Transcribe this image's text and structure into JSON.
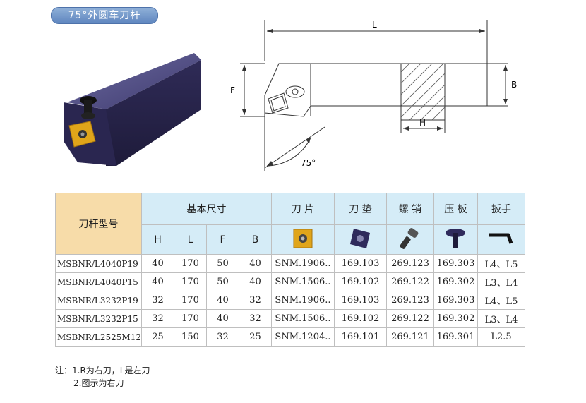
{
  "title": "75°外圆车刀杆",
  "drawing": {
    "dim_L": "L",
    "dim_F": "F",
    "dim_B": "B",
    "dim_H": "H",
    "angle": "75°"
  },
  "table": {
    "model_header": "刀杆型号",
    "basic_header": "基本尺寸",
    "basic_cols": [
      "H",
      "L",
      "F",
      "B"
    ],
    "part_headers": [
      "刀  片",
      "刀  垫",
      "螺  销",
      "压  板",
      "扳手"
    ],
    "part_icons": [
      "insert-icon",
      "shim-icon",
      "screw-pin-icon",
      "clamp-icon",
      "wrench-icon"
    ],
    "rows": [
      {
        "model": "MSBNR/L4040P19",
        "H": "40",
        "L": "170",
        "F": "50",
        "B": "40",
        "insert": "SNM.1906..",
        "shim": "169.103",
        "screw": "269.123",
        "clamp": "169.303",
        "wrench": "L4、L5"
      },
      {
        "model": "MSBNR/L4040P15",
        "H": "40",
        "L": "170",
        "F": "50",
        "B": "40",
        "insert": "SNM.1506..",
        "shim": "169.102",
        "screw": "269.122",
        "clamp": "169.302",
        "wrench": "L3、L4"
      },
      {
        "model": "MSBNR/L3232P19",
        "H": "32",
        "L": "170",
        "F": "40",
        "B": "32",
        "insert": "SNM.1906..",
        "shim": "169.103",
        "screw": "269.123",
        "clamp": "169.303",
        "wrench": "L4、L5"
      },
      {
        "model": "MSBNR/L3232P15",
        "H": "32",
        "L": "170",
        "F": "40",
        "B": "32",
        "insert": "SNM.1506..",
        "shim": "169.102",
        "screw": "269.122",
        "clamp": "169.302",
        "wrench": "L3、L4"
      },
      {
        "model": "MSBNR/L2525M12",
        "H": "25",
        "L": "150",
        "F": "32",
        "B": "25",
        "insert": "SNM.1204..",
        "shim": "169.101",
        "screw": "269.121",
        "clamp": "169.301",
        "wrench": "L2.5"
      }
    ]
  },
  "notes": {
    "line1": "注：1.R为右刀，L是左刀",
    "line2": "2.图示为右刀"
  },
  "colors": {
    "holder": "#3e3a6e",
    "insert": "#e0a51a",
    "header_model": "#f7dca9",
    "header_blue": "#d5ecf7"
  }
}
